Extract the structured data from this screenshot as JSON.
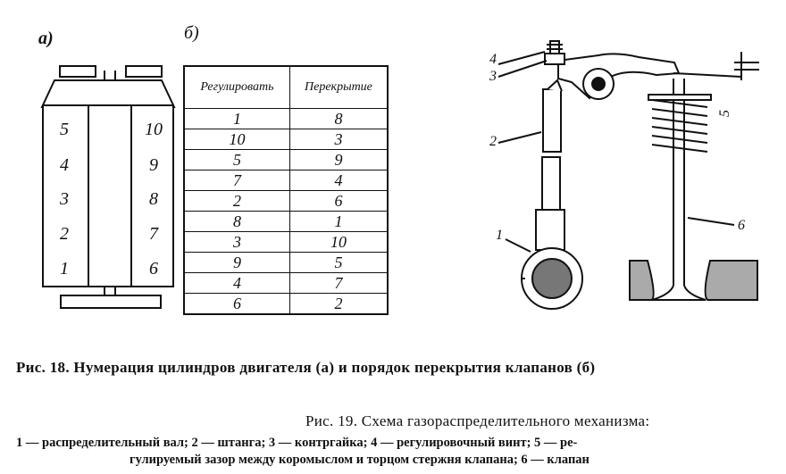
{
  "fig18": {
    "label_a": "а)",
    "label_b": "б)",
    "cylinders_left": [
      "5",
      "4",
      "3",
      "2",
      "1"
    ],
    "cylinders_right": [
      "10",
      "9",
      "8",
      "7",
      "6"
    ],
    "table": {
      "headers": [
        "Регулировать",
        "Перекрытие"
      ],
      "rows": [
        [
          "1",
          "8"
        ],
        [
          "10",
          "3"
        ],
        [
          "5",
          "9"
        ],
        [
          "7",
          "4"
        ],
        [
          "2",
          "6"
        ],
        [
          "8",
          "1"
        ],
        [
          "3",
          "10"
        ],
        [
          "9",
          "5"
        ],
        [
          "4",
          "7"
        ],
        [
          "6",
          "2"
        ]
      ]
    },
    "caption": "Рис. 18. Нумерация цилиндров двигателя (а) и порядок перекрытия клапанов (б)"
  },
  "fig19": {
    "callouts": [
      "4",
      "3",
      "2",
      "1",
      "5",
      "6"
    ],
    "caption_title": "Рис. 19. Схема газораспределительного механизма:",
    "caption_line1": "1 — распределительный вал; 2 — штанга; 3 — контргайка; 4 — регулировочный винт; 5 — ре-",
    "caption_line2": "гулируемый зазор между коромыслом и торцом стержня клапана; 6 — клапан"
  }
}
